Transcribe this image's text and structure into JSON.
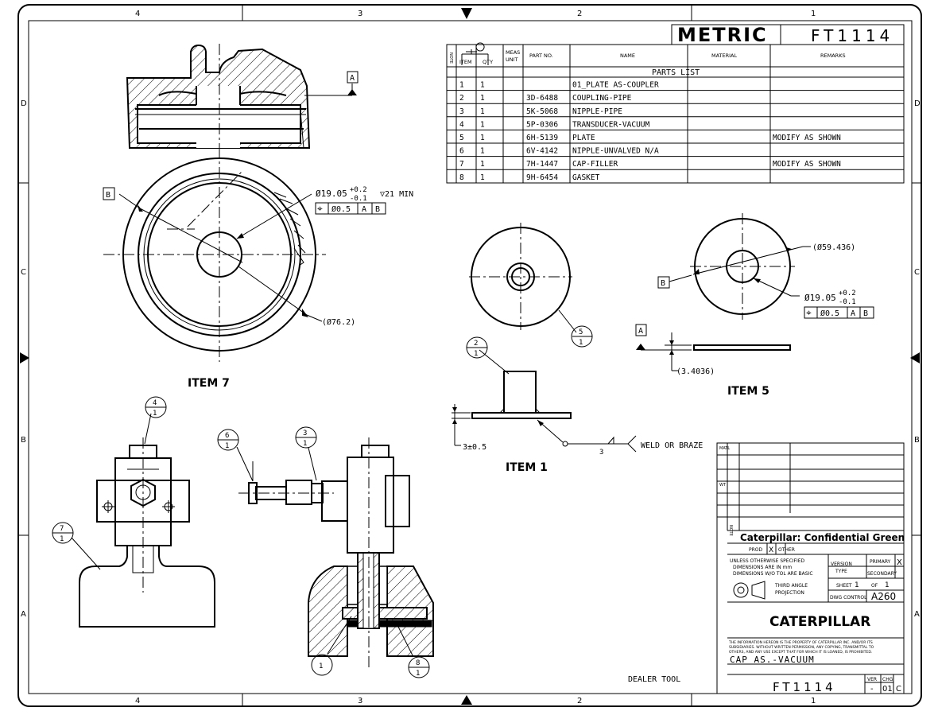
{
  "frame": {
    "zones_top": [
      "4",
      "3",
      "2",
      "1"
    ],
    "zones_bottom": [
      "4",
      "3",
      "2",
      "1"
    ],
    "zones_left": [
      "D",
      "C",
      "B",
      "A"
    ],
    "zones_right": [
      "D",
      "C",
      "B",
      "A"
    ]
  },
  "header": {
    "metric": "METRIC",
    "drawing_number": "FT1114"
  },
  "parts_list": {
    "col_note": "NOTE",
    "col_item": "ITEM",
    "col_qty": "QTY",
    "col_meas_1": "MEAS",
    "col_meas_2": "UNIT",
    "col_part_no": "PART NO.",
    "col_name": "NAME",
    "col_material": "MATERIAL",
    "col_remarks": "REMARKS",
    "title": "PARTS LIST",
    "rows": [
      {
        "item": "1",
        "qty": "1",
        "part": "",
        "name": "01_PLATE AS-COUPLER",
        "remarks": ""
      },
      {
        "item": "2",
        "qty": "1",
        "part": "3D-6488",
        "name": "COUPLING-PIPE",
        "remarks": ""
      },
      {
        "item": "3",
        "qty": "1",
        "part": "5K-5068",
        "name": "NIPPLE-PIPE",
        "remarks": ""
      },
      {
        "item": "4",
        "qty": "1",
        "part": "5P-0306",
        "name": "TRANSDUCER-VACUUM",
        "remarks": ""
      },
      {
        "item": "5",
        "qty": "1",
        "part": "6H-5139",
        "name": "PLATE",
        "remarks": "MODIFY AS SHOWN"
      },
      {
        "item": "6",
        "qty": "1",
        "part": "6V-4142",
        "name": "NIPPLE-UNVALVED N/A",
        "remarks": ""
      },
      {
        "item": "7",
        "qty": "1",
        "part": "7H-1447",
        "name": "CAP-FILLER",
        "remarks": "MODIFY AS SHOWN"
      },
      {
        "item": "8",
        "qty": "1",
        "part": "9H-6454",
        "name": "GASKET",
        "remarks": ""
      }
    ]
  },
  "item7": {
    "label": "ITEM 7",
    "datum_a": "A",
    "datum_b": "B",
    "bore_dia": "Ø19.05",
    "bore_tol_plus": "+0.2",
    "bore_tol_minus": "-0.1",
    "bore_depth": "▽21 MIN",
    "fcf_symbol": "⌖",
    "fcf_tol": "Ø0.5",
    "fcf_a": "A",
    "fcf_b": "B",
    "outer_dia": "(Ø76.2)"
  },
  "item1": {
    "label": "ITEM 1",
    "balloon_5": "5",
    "balloon_2": "2",
    "qty": "1",
    "thickness": "3±0.5",
    "weld_length": "3",
    "weld_note": "WELD OR BRAZE"
  },
  "item5": {
    "label": "ITEM 5",
    "outer_dia": "(Ø59.436)",
    "datum_b": "B",
    "datum_a": "A",
    "bore_dia": "Ø19.05",
    "bore_tol_plus": "+0.2",
    "bore_tol_minus": "-0.1",
    "fcf_symbol": "⌖",
    "fcf_tol": "Ø0.5",
    "fcf_a": "A",
    "fcf_b": "B",
    "thickness": "(3.4036)"
  },
  "assembly": {
    "balloons": {
      "b4": "4",
      "b7": "7",
      "b6": "6",
      "b3": "3",
      "b1": "1",
      "b8": "8"
    },
    "qty": "1"
  },
  "title_block": {
    "mat_label": "MATL",
    "wt_label": "WT",
    "note_label": "NOTE",
    "confidential": "Caterpillar: Confidential Green",
    "prod": "PROD",
    "x_mark": "X",
    "other": "OTHER",
    "unless_1": "UNLESS OTHERWISE SPECIFIED",
    "unless_2": "DIMENSIONS ARE IN mm",
    "unless_3": "DIMENSIONS W/O TOL ARE BASIC",
    "version_1": "VERSION",
    "version_2": "TYPE",
    "primary": "PRIMARY",
    "secondary": "SECONDARY",
    "primary_mark": "X",
    "third_1": "THIRD ANGLE",
    "third_2": "PROJECTION",
    "sheet": "SHEET",
    "sheet_no": "1",
    "of": "OF",
    "sheet_total": "1",
    "dwg_control": "DWG CONTROL",
    "dwg_control_val": "A260",
    "logo": "CATERPILLAR",
    "legal_1": "THE INFORMATION HEREON IS THE PROPERTY OF CATERPILLAR INC. AND/OR ITS",
    "legal_2": "SUBSIDIARIES. WITHOUT WRITTEN PERMISSION, ANY COPYING, TRANSMITTAL TO",
    "legal_3": "OTHERS, AND ANY USE EXCEPT THAT FOR WHICH IT IS LOANED, IS PROHIBITED.",
    "title": "CAP AS.-VACUUM",
    "number": "FT1114",
    "ver_label": "VER",
    "chg_label": "CHG",
    "ver": "-",
    "chg": "01",
    "size": "C"
  },
  "dealer_tool": "DEALER TOOL"
}
